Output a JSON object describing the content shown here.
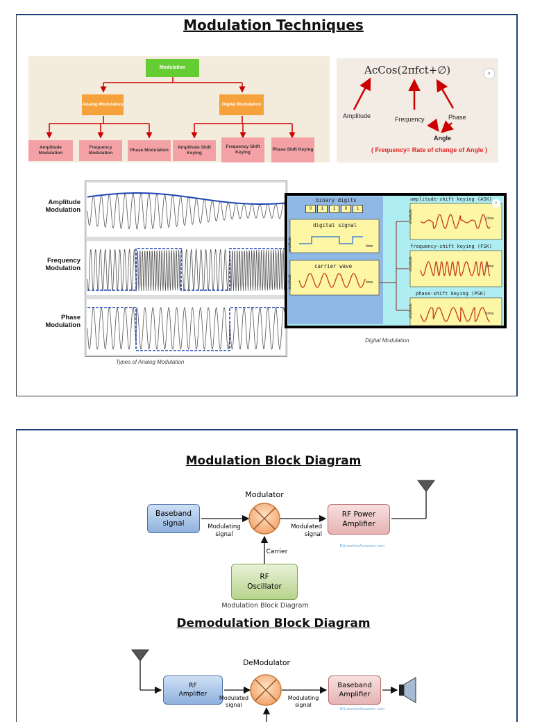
{
  "slide1": {
    "title": "Modulation Techniques",
    "tree": {
      "root": "Modulation",
      "analog": "Analog Modulation",
      "digital": "Digital Modulation",
      "leaves": [
        "Amplitude Modulation",
        "Frequency Modulation",
        "Phase Modulation",
        "Amplitude Shift Keying",
        "Frequency Shift Keying",
        "Phase Shift Keying"
      ]
    },
    "formula": {
      "text": "AcCos(2πfct+∅)",
      "amplitude": "Amplitude",
      "frequency": "Frequency",
      "phase": "Phase",
      "angle": "Angle",
      "note": "( Frequency= Rate of change of Angle )"
    },
    "analog": {
      "labels": [
        "Amplitude Modulation",
        "Frequency Modulation",
        "Phase Modulation"
      ],
      "caption": "Types of Analog Modulation"
    },
    "digital": {
      "binary_title": "binary digits",
      "bits": [
        "0",
        "1",
        "1",
        "0",
        "1"
      ],
      "digital_signal": "digital signal",
      "carrier_wave": "carrier wave",
      "ask": "amplitude-shift keying (ASK)",
      "fsk": "frequency-shift keying (FSK)",
      "psk": "phase-shift keying (PSK)",
      "time": "time",
      "amplitude": "amplitude",
      "caption": "Digital Modulation"
    }
  },
  "slide2": {
    "mod_title": "Modulation Block Diagram",
    "modulator": "Modulator",
    "baseband_signal": "Baseband signal",
    "modulating_signal": "Modulating signal",
    "modulated_signal": "Modulated signal",
    "rf_power_amplifier": "RF Power Amplifier",
    "carrier": "Carrier",
    "rf_oscillator": "RF Oscillator",
    "watermark": "EQuestionAnswers.com",
    "mod_caption": "Modulation Block Diagram",
    "demod_title": "Demodulation Block Diagram",
    "demodulator": "DeModulator",
    "rf_amplifier": "RF Amplifier",
    "demod_modulated": "Modulated signal",
    "demod_modulating": "Modulating signal",
    "baseband_amplifier": "Baseband Amplifier"
  }
}
